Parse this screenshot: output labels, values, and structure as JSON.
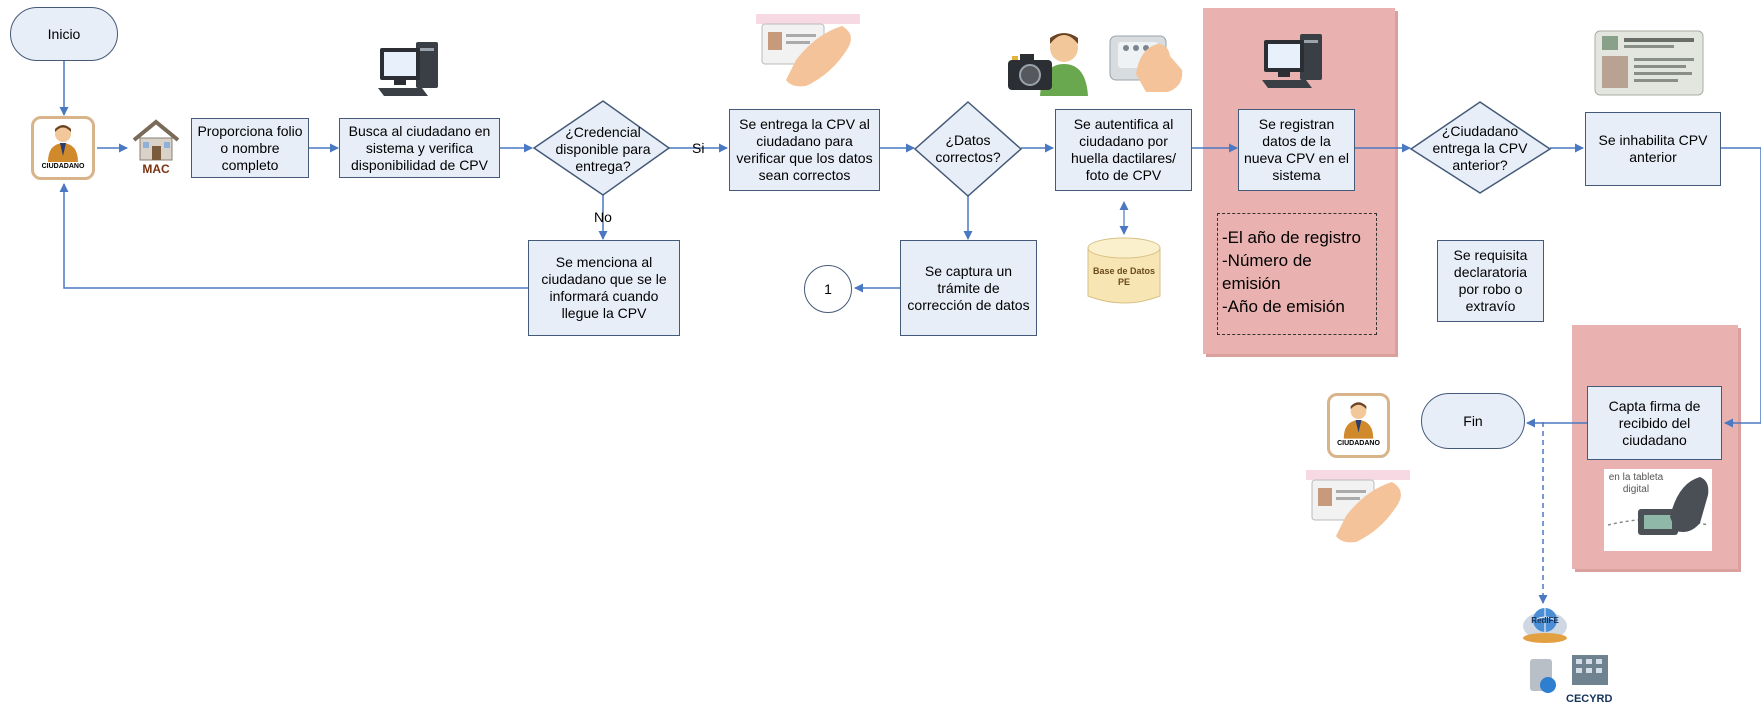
{
  "nodes": {
    "inicio": "Inicio",
    "fin": "Fin",
    "ciudadano": "CIUDADANO",
    "mac": "MAC",
    "proporciona": "Proporciona folio o nombre completo",
    "busca": "Busca al ciudadano en sistema y verifica disponibilidad de CPV",
    "credencial_q": "¿Credencial disponible para entrega?",
    "si": "Si",
    "no": "No",
    "menciona": "Se menciona al ciudadano que se le informará cuando llegue la CPV",
    "entrega": "Se entrega la CPV al ciudadano para verificar que los datos sean correctos",
    "datos_q": "¿Datos correctos?",
    "captura": "Se captura un trámite de corrección de datos",
    "conector": "1",
    "autentifica": "Se autentifica al ciudadano por huella dactilares/ foto de CPV",
    "base_datos": "Base de Datos PE",
    "registran": "Se registran datos de la nueva CPV en el sistema",
    "registro_lines": [
      "-El año de registro",
      "-Número de emisión",
      "-Año de emisión"
    ],
    "ciudadano_q": "¿Ciudadano entrega la CPV anterior?",
    "requisita": "Se requisita declaratoria por robo o extravío",
    "inhabilita": "Se inhabilita CPV anterior",
    "capta": "Capta firma de recibido del ciudadano",
    "tableta": "en la tableta digital",
    "redife": "RedIFE",
    "cecyrd": "CECYRD"
  },
  "colors": {
    "box_fill": "#e8eef8",
    "box_border": "#445a78",
    "arrow": "#4a78c2",
    "highlight": "#e9b2b0"
  },
  "icons": [
    "citizen-icon",
    "house-icon",
    "computer-icon",
    "card-hand-icon",
    "camera-icon",
    "fingerprint-scanner-icon",
    "voter-id-card-icon",
    "database-icon",
    "signature-tablet-icon",
    "cloud-network-icon",
    "server-building-icon"
  ]
}
